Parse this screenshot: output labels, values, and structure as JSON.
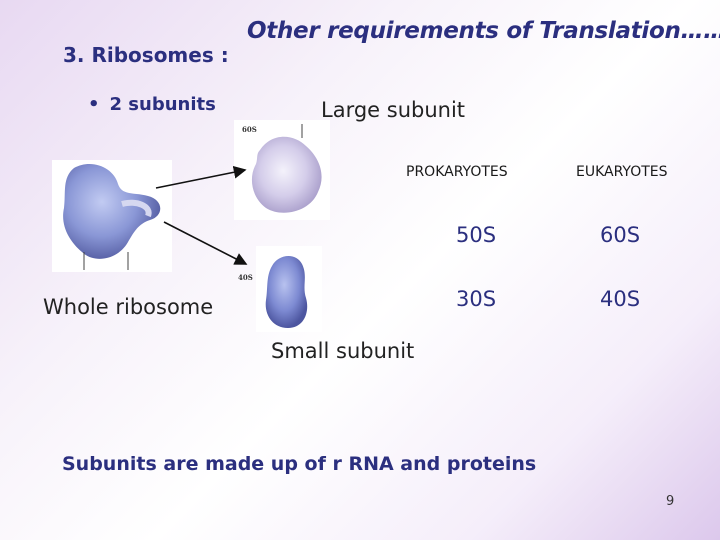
{
  "slide": {
    "heading": "Other requirements of Translation…….",
    "section": "3.  Ribosomes :",
    "bullet": "2 subunits",
    "labels": {
      "large": "Large subunit",
      "whole": "Whole ribosome",
      "small": "Small subunit"
    },
    "image_marks": {
      "large": "60S",
      "small": "40S"
    },
    "table": {
      "headers": [
        "PROKARYOTES",
        "EUKARYOTES"
      ],
      "rows": [
        {
          "prokaryotes": "50S",
          "eukaryotes": "60S"
        },
        {
          "prokaryotes": "30S",
          "eukaryotes": "40S"
        }
      ]
    },
    "footer": "Subunits are made up of r RNA and proteins",
    "page_number": "9"
  },
  "colors": {
    "text_navy": "#2b2f7f",
    "ribosome_blue": "#8a97d6",
    "ribosome_lavender": "#c7bde4"
  }
}
